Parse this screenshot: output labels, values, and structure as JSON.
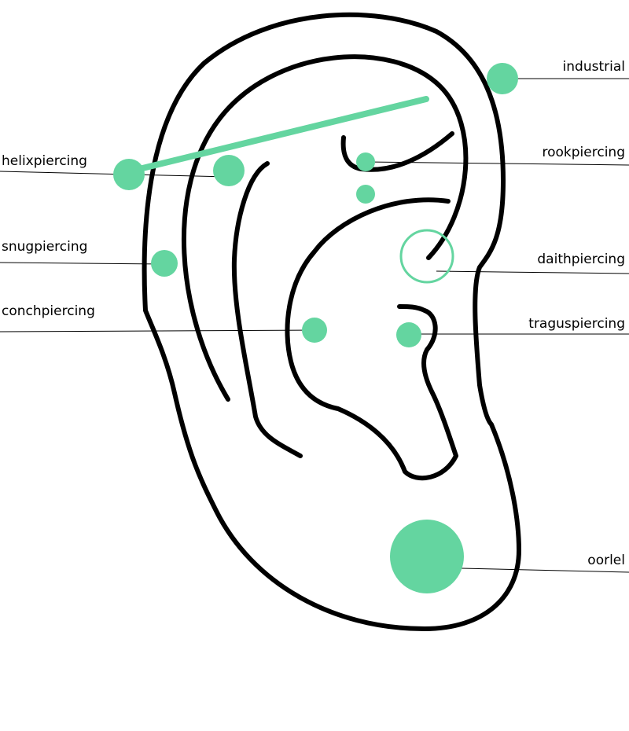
{
  "accent_color": "#64d5a0",
  "labels": {
    "industrial": "industrial",
    "helix": "helixpiercing",
    "rook": "rookpiercing",
    "snug": "snugpiercing",
    "daith": "daithpiercing",
    "conch": "conchpiercing",
    "tragus": "traguspiercing",
    "lobe": "oorlel"
  }
}
